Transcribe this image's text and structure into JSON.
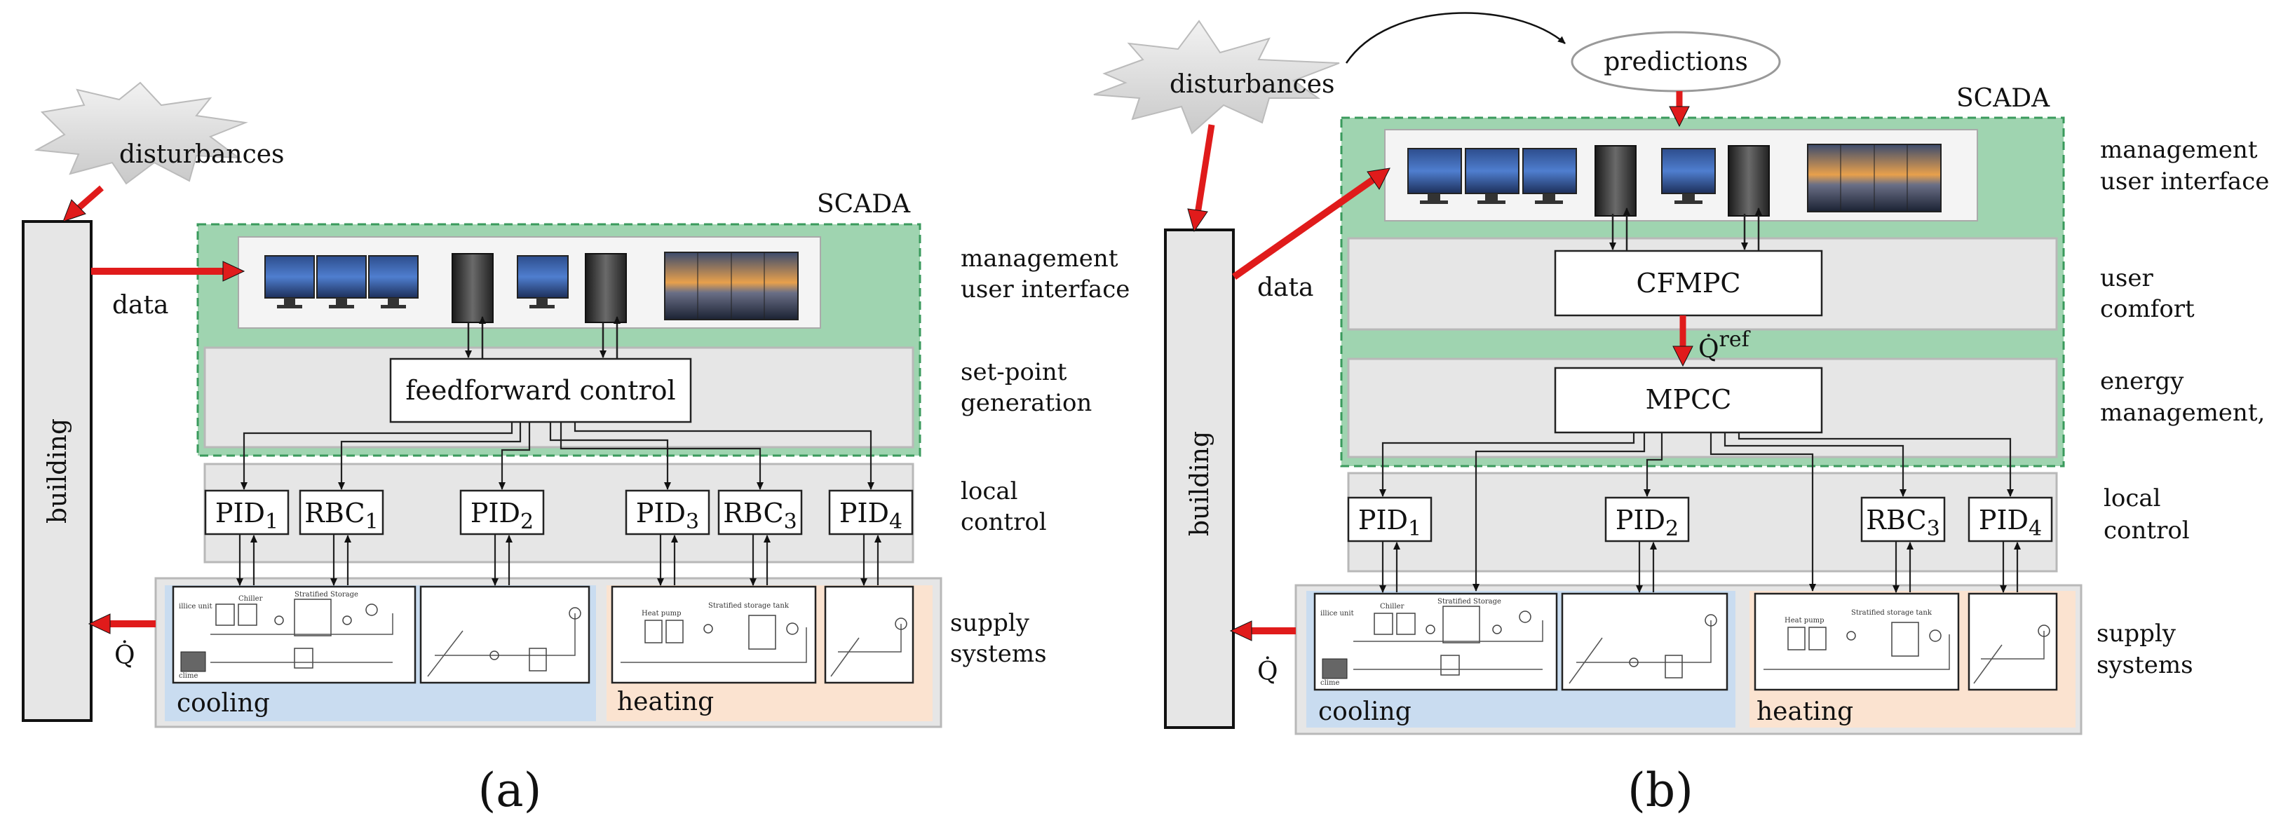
{
  "panel_a": {
    "disturbances": "disturbances",
    "scada": "SCADA",
    "data": "data",
    "building": "building",
    "q_dot": "Q̇",
    "feedforward": "feedforward control",
    "controllers": [
      {
        "name": "PID",
        "sub": "1"
      },
      {
        "name": "RBC",
        "sub": "1"
      },
      {
        "name": "PID",
        "sub": "2"
      },
      {
        "name": "PID",
        "sub": "3"
      },
      {
        "name": "RBC",
        "sub": "3"
      },
      {
        "name": "PID",
        "sub": "4"
      }
    ],
    "layer_labels": {
      "mgmt_1": "management",
      "mgmt_2": "user interface",
      "setpoint_1": "set-point",
      "setpoint_2": "generation",
      "local_1": "local",
      "local_2": "control",
      "supply_1": "supply",
      "supply_2": "systems"
    },
    "cooling": "cooling",
    "heating": "heating",
    "caption": "(a)"
  },
  "panel_b": {
    "disturbances": "disturbances",
    "predictions": "predictions",
    "scada": "SCADA",
    "data": "data",
    "building": "building",
    "q_dot": "Q̇",
    "cfmpc": "CFMPC",
    "mpcc": "MPCC",
    "qref": "Q̇",
    "qref_sup": "ref",
    "controllers": [
      {
        "name": "PID",
        "sub": "1"
      },
      {
        "name": "PID",
        "sub": "2"
      },
      {
        "name": "RBC",
        "sub": "3"
      },
      {
        "name": "PID",
        "sub": "4"
      }
    ],
    "layer_labels": {
      "mgmt_1": "management",
      "mgmt_2": "user interface",
      "comfort_1": "user",
      "comfort_2": "comfort",
      "energy_1": "energy",
      "energy_2": "management,",
      "local_1": "local",
      "local_2": "control",
      "supply_1": "supply",
      "supply_2": "systems"
    },
    "cooling": "cooling",
    "heating": "heating",
    "caption": "(b)"
  },
  "schematic_labels": {
    "chiller": "Chiller",
    "stratified_storage": "Stratified Storage",
    "heat_pump": "Heat pump",
    "stratified_storage_tank": "Stratified storage tank",
    "ice_unit": "illice unit",
    "ice_ice": "clime"
  },
  "colors": {
    "scada_green": "#9fd4b0",
    "scada_border": "#3a9a5c",
    "layer_gray": "#e6e6e6",
    "layer_border": "#b8b8b8",
    "cooling_blue": "#c9dcf0",
    "heating_peach": "#fbe3d0",
    "arrow_red": "#e01b1b"
  }
}
